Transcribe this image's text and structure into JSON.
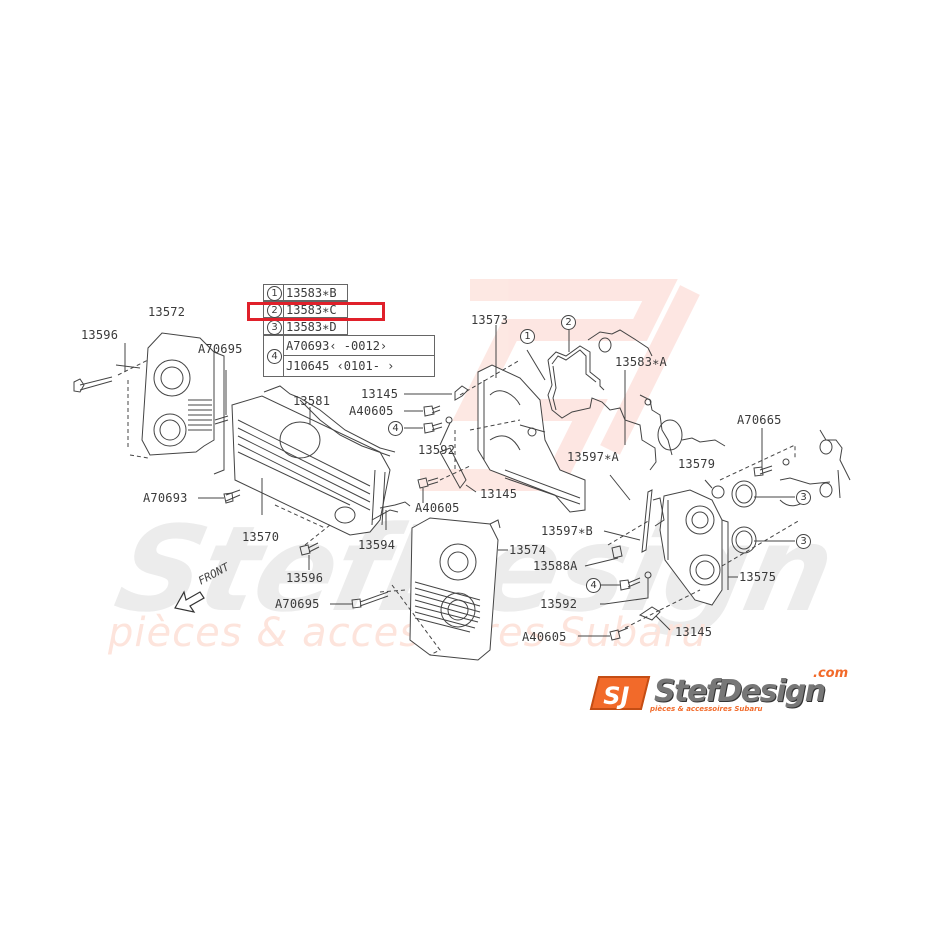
{
  "diagram": {
    "title": "Subaru timing belt cover parts diagram",
    "highlighted_row": 2,
    "highlight_color": "#e0202a",
    "legend": [
      {
        "index": "1",
        "part": "13583∗B"
      },
      {
        "index": "2",
        "part": "13583∗C"
      },
      {
        "index": "3",
        "part": "13583∗D"
      },
      {
        "index": "4",
        "part": "A70693‹     -0012›",
        "part2": "J10645 ‹0101-     ›"
      }
    ],
    "labels": {
      "p13572": "13572",
      "p13596_top": "13596",
      "a70695_top": "A70695",
      "p13581": "13581",
      "a70693": "A70693",
      "p13570": "13570",
      "p13596_bottom": "13596",
      "p13594": "13594",
      "a70695_bottom": "A70695",
      "p13145_top": "13145",
      "a40605_top": "A40605",
      "p13592_top": "13592",
      "p13145_mid": "13145",
      "a40605_mid": "A40605",
      "p13573": "13573",
      "p13574": "13574",
      "p13583a": "13583∗A",
      "p13597a": "13597∗A",
      "p13579": "13579",
      "a70665": "A70665",
      "p13597b": "13597∗B",
      "p13588a": "13588A",
      "p13592_bottom": "13592",
      "a40605_bottom": "A40605",
      "p13145_bottom": "13145",
      "p13575": "13575"
    },
    "callouts": {
      "c1": "1",
      "c2": "2",
      "c3a": "3",
      "c3b": "3",
      "c4a": "4",
      "c4b": "4"
    },
    "front_label": "FRONT"
  },
  "watermark": {
    "big_text": "StefDesign",
    "sub_text": "pièces & accessoires Subaru"
  },
  "logo": {
    "mark": "SJ",
    "brand": "StefDesign",
    "domain": ".com",
    "tagline": "pièces & accessoires Subaru",
    "accent": "#f26a2a"
  }
}
